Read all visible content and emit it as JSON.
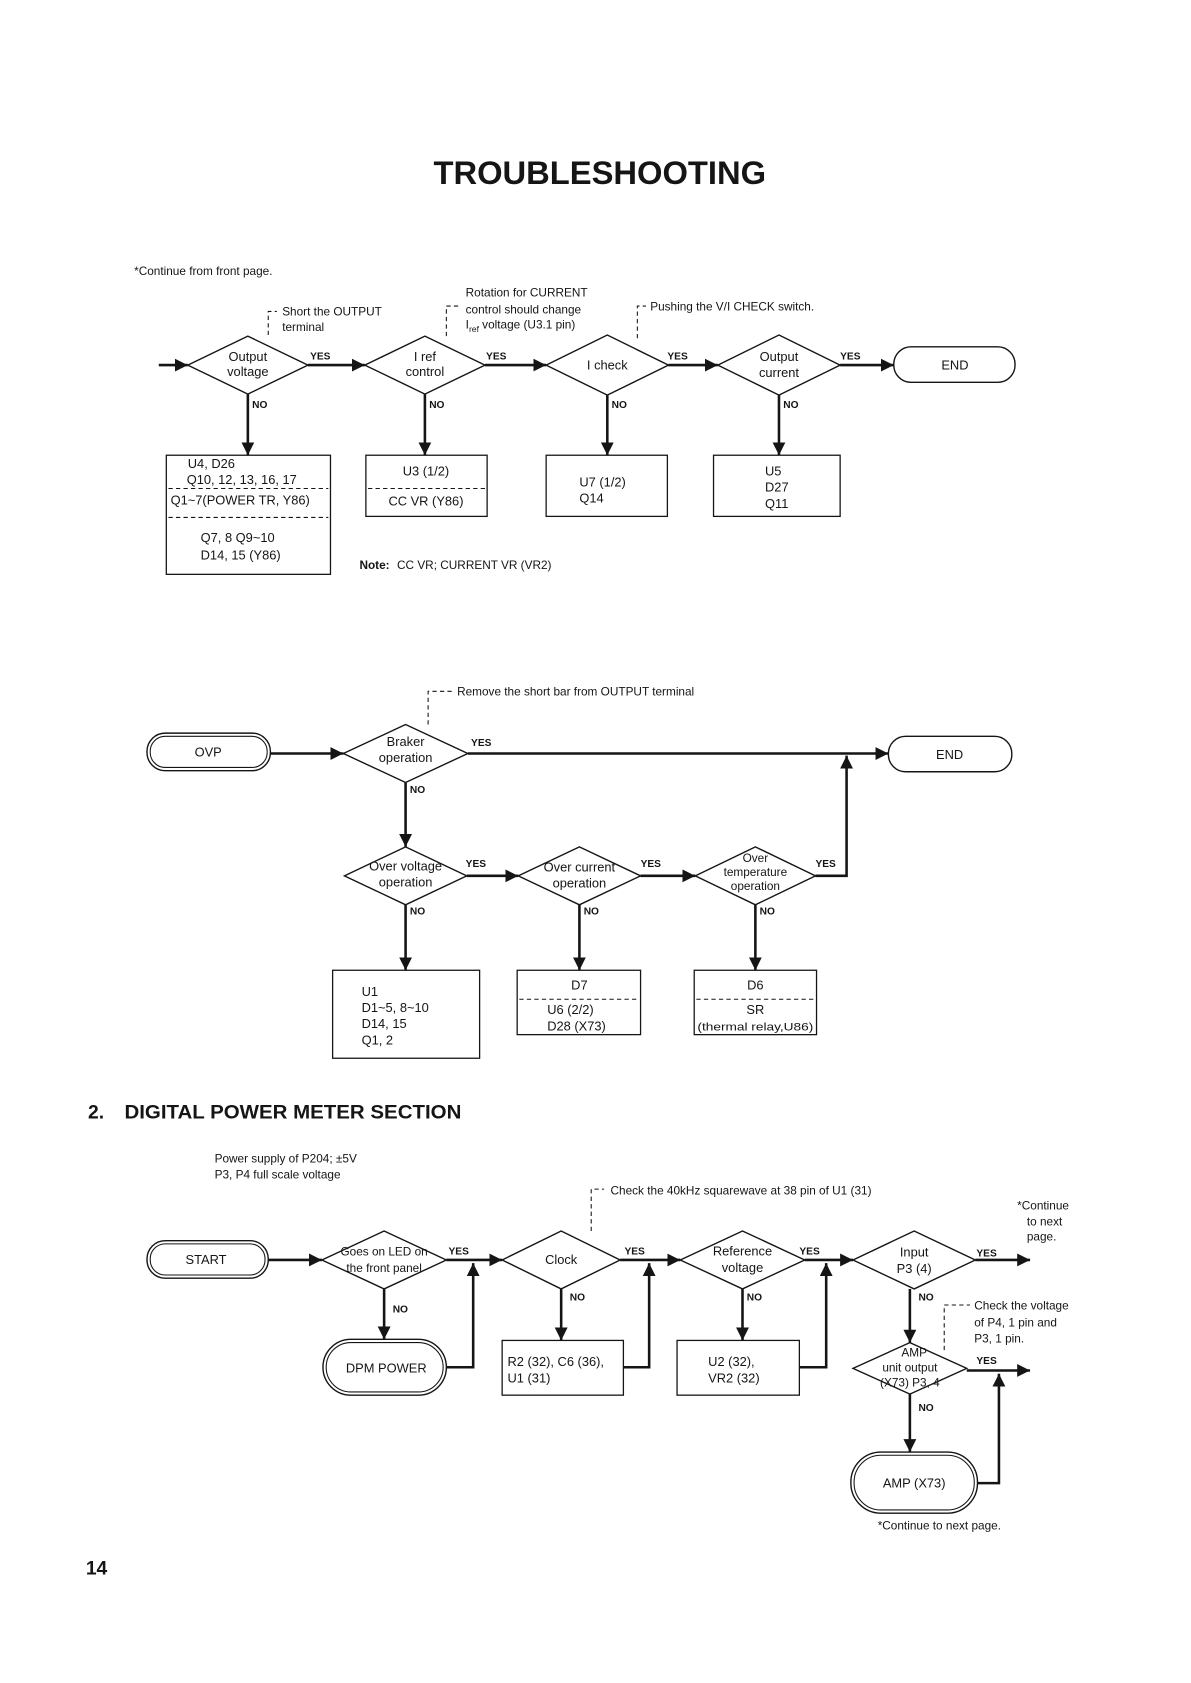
{
  "colors": {
    "ink": "#151515",
    "paper": "#ffffff"
  },
  "header": {
    "title": "TROUBLESHOOTING",
    "continue_note": "*Continue from front page."
  },
  "labels": {
    "yes": "YES",
    "no": "NO"
  },
  "flow1": {
    "annotations": {
      "short_output": [
        "Short the OUTPUT",
        "terminal"
      ],
      "rotation": {
        "line1": "Rotation for CURRENT",
        "line2": "control should change",
        "line3_symbol": "I",
        "line3_subscript": "ref",
        "line3_rest": "voltage (U3.1 pin)"
      },
      "vi_check": "Pushing the V/I CHECK switch."
    },
    "decisions": {
      "output_voltage": [
        "Output",
        "voltage"
      ],
      "iref_control": [
        "I ref",
        "control"
      ],
      "i_check": "I check",
      "output_current": [
        "Output",
        "current"
      ]
    },
    "end": "END",
    "parts": {
      "output_voltage": [
        "U4, D26",
        "Q10, 12, 13, 16, 17",
        "Q1~7(POWER TR, Y86)",
        "Q7, 8 Q9~10",
        "D14, 15 (Y86)"
      ],
      "iref_control": [
        "U3 (1/2)",
        "CC VR (Y86)"
      ],
      "i_check": [
        "U7 (1/2)",
        "Q14"
      ],
      "output_current": [
        "U5",
        "D27",
        "Q11"
      ]
    },
    "note": {
      "label": "Note:",
      "text": "CC VR; CURRENT VR (VR2)"
    }
  },
  "flow2": {
    "annotation": "Remove the short bar from OUTPUT terminal",
    "start": "OVP",
    "decisions": {
      "braker_operation": [
        "Braker",
        "operation"
      ],
      "over_voltage": [
        "Over voltage",
        "operation"
      ],
      "over_current": [
        "Over current",
        "operation"
      ],
      "over_temperature": [
        "Over",
        "temperature",
        "operation"
      ]
    },
    "end": "END",
    "parts": {
      "over_voltage": [
        "U1",
        "D1~5, 8~10",
        "D14, 15",
        "Q1, 2"
      ],
      "over_current": [
        "D7",
        "U6 (2/2)",
        "D28 (X73)"
      ],
      "over_temperature": [
        "D6",
        "SR",
        "(thermal relay,U86)"
      ]
    }
  },
  "section2": {
    "number": "2.",
    "heading": "DIGITAL POWER METER SECTION",
    "notes": [
      "Power supply of P204; ±5V",
      "P3, P4 full scale voltage"
    ],
    "clock_annotation": "Check the 40kHz squarewave at 38 pin of U1 (31)",
    "continue_right": [
      "*Continue",
      "to next",
      "page."
    ],
    "start": "START",
    "decisions": {
      "led": [
        "Goes on LED on",
        "the front panel"
      ],
      "clock": "Clock",
      "reference_voltage": [
        "Reference",
        "voltage"
      ],
      "input": [
        "Input",
        "P3 (4)"
      ],
      "amp_output": [
        "AMP",
        "unit output",
        "(X73) P3, 4"
      ]
    },
    "terminals": {
      "dpm_power": "DPM POWER",
      "amp": "AMP (X73)"
    },
    "parts": {
      "clock": [
        "R2 (32), C6 (36),",
        "U1 (31)"
      ],
      "reference_voltage": [
        "U2 (32),",
        "VR2 (32)"
      ]
    },
    "amp_annotation": [
      "Check the voltage",
      "of P4, 1 pin and",
      "P3, 1 pin."
    ],
    "continue_bottom": "*Continue to next page."
  },
  "footer": {
    "page_number": "14"
  }
}
